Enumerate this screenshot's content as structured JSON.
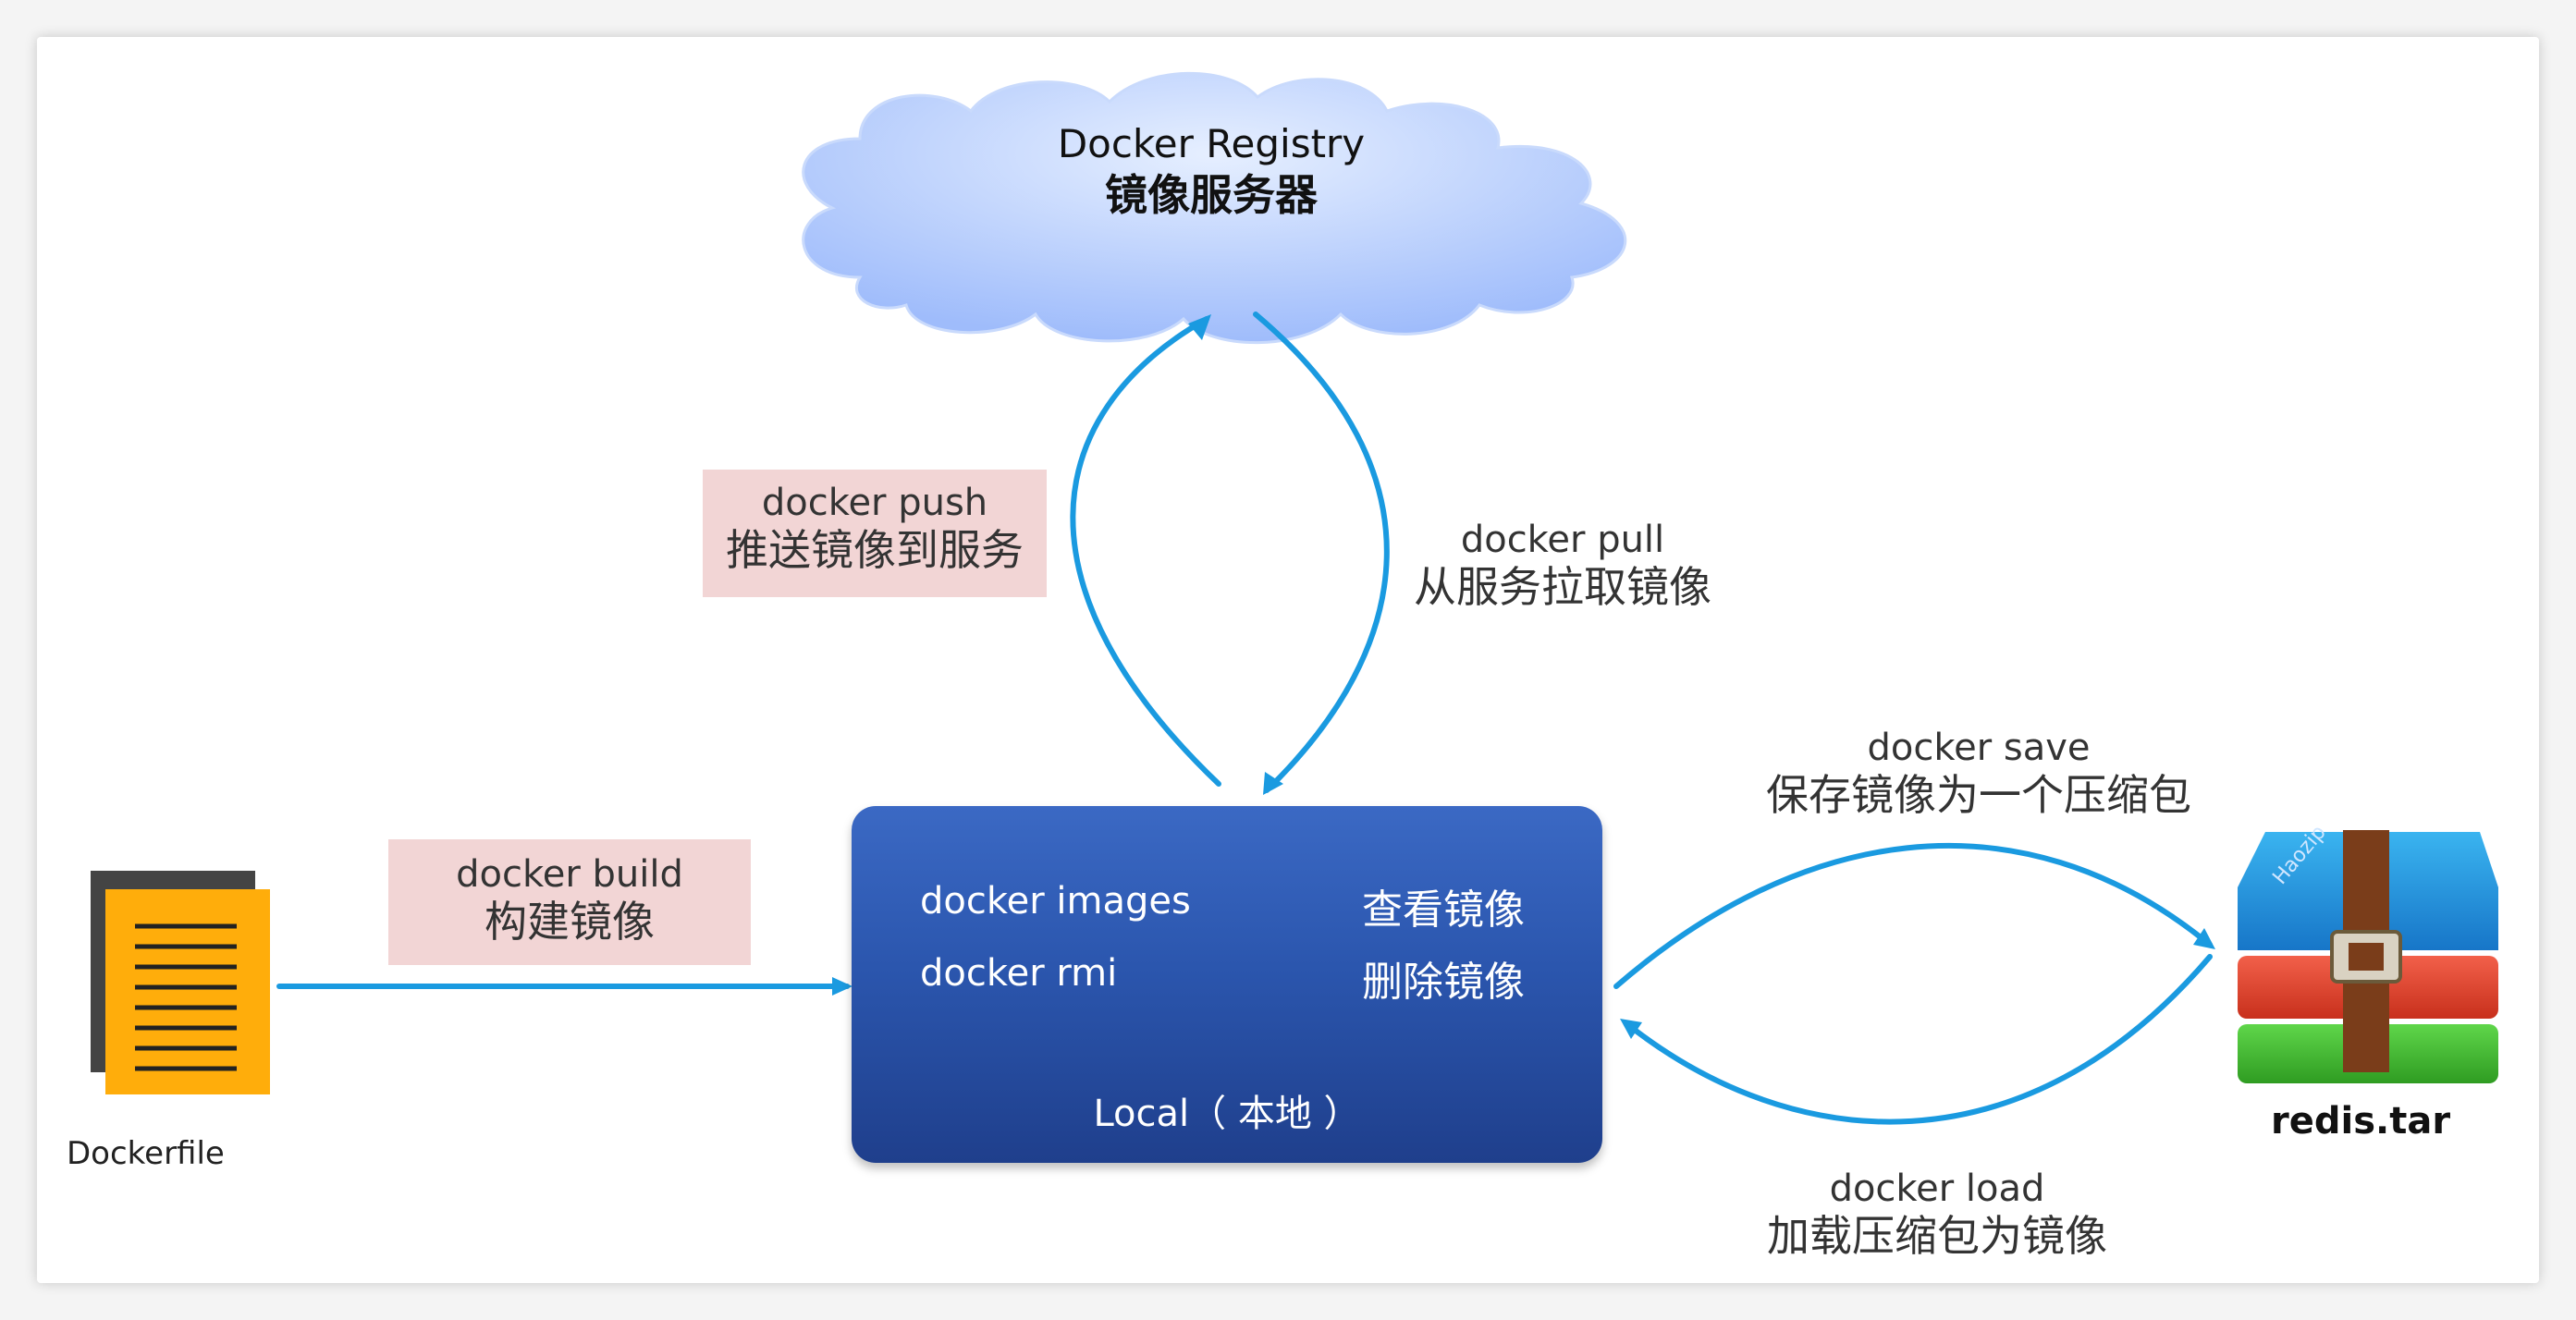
{
  "registry": {
    "title": "Docker Registry",
    "subtitle": "镜像服务器"
  },
  "push": {
    "cmd": "docker push",
    "desc": "推送镜像到服务"
  },
  "pull": {
    "cmd": "docker pull",
    "desc": "从服务拉取镜像"
  },
  "build": {
    "cmd": "docker build",
    "desc": "构建镜像"
  },
  "save": {
    "cmd": "docker save",
    "desc": "保存镜像为一个压缩包"
  },
  "load": {
    "cmd": "docker load",
    "desc": "加载压缩包为镜像"
  },
  "local": {
    "rows": [
      {
        "cmd": "docker images",
        "desc": "查看镜像"
      },
      {
        "cmd": "docker rmi",
        "desc": "删除镜像"
      }
    ],
    "title": "Local（ 本地 ）"
  },
  "dockerfile": {
    "caption": "Dockerfile",
    "icon": "document-icon"
  },
  "archive": {
    "caption": "redis.tar",
    "icon": "winrar-archive-icon",
    "brand": "Haozip"
  },
  "colors": {
    "arrow": "#1a9ae0",
    "label_bg": "#f2d5d5",
    "local_box": "#2b56ae",
    "cloud": "#a9c4ff"
  }
}
